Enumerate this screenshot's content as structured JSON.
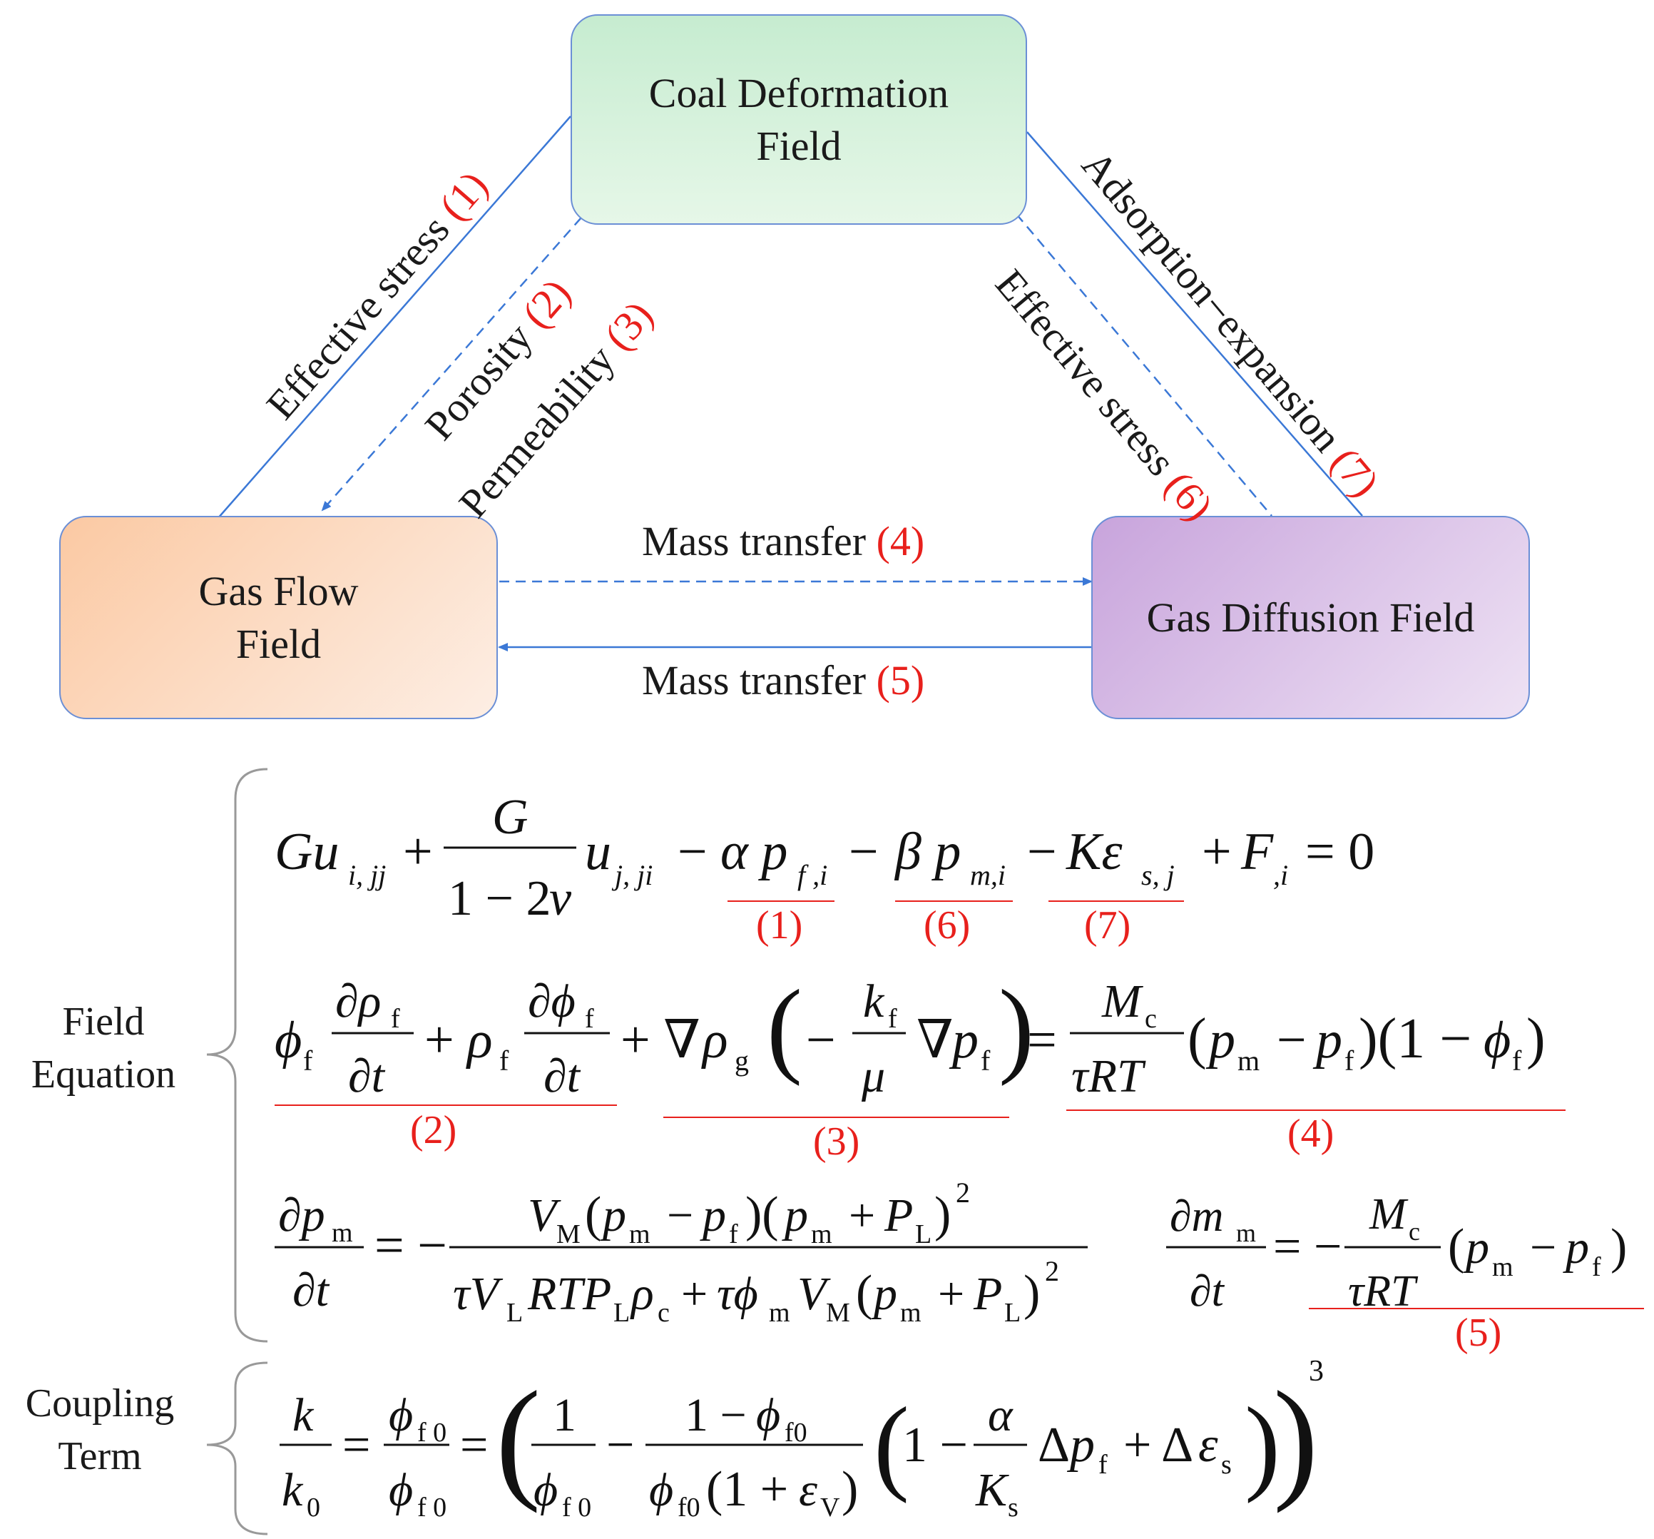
{
  "fields": {
    "coal": "Coal Deformation\nField",
    "flow": "Gas Flow\nField",
    "diffusion": "Gas Diffusion Field"
  },
  "links": {
    "effective_stress_left": "Effective stress",
    "num1": "(1)",
    "porosity": "Porosity",
    "num2": "(2)",
    "permeability": "Permeability",
    "num3": "(3)",
    "mass_transfer_top": "Mass transfer",
    "num4": "(4)",
    "mass_transfer_bottom": "Mass transfer",
    "num5": "(5)",
    "effective_stress_right": "Effective stress",
    "num6": "(6)",
    "adsorption": "Adsorption−expansion",
    "num7": "(7)"
  },
  "equations": {
    "field_label": "Field\nEquation",
    "coupling_label": "Coupling\nTerm",
    "eq1_numbers": [
      "(1)",
      "(6)",
      "(7)"
    ],
    "eq2_numbers": [
      "(2)",
      "(3)",
      "(4)"
    ],
    "eq3_number": "(5)"
  }
}
